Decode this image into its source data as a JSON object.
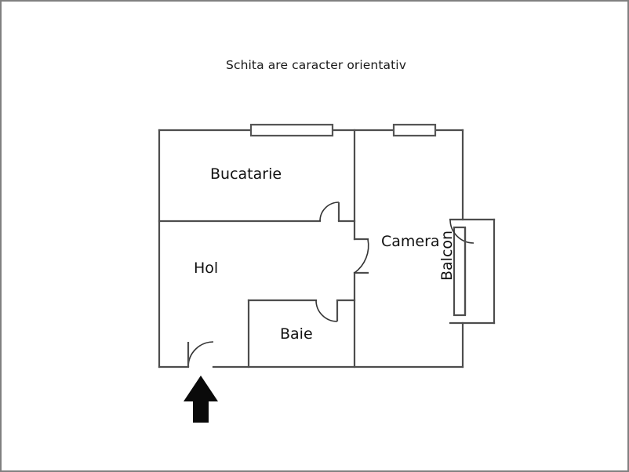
{
  "document": {
    "title": "Schita are caracter orientativ",
    "type": "floor-plan",
    "background_color": "#ffffff",
    "border_color": "#808080",
    "wall_color": "#4d4d4d",
    "text_color": "#111111",
    "arrow_color": "#000000"
  },
  "rooms": [
    {
      "id": "bucatarie",
      "label": "Bucatarie"
    },
    {
      "id": "hol",
      "label": "Hol"
    },
    {
      "id": "baie",
      "label": "Baie"
    },
    {
      "id": "camera",
      "label": "Camera"
    },
    {
      "id": "balcon",
      "label": "Balcon"
    }
  ],
  "features": {
    "windows": [
      {
        "id": "window-bucatarie",
        "wall": "top"
      },
      {
        "id": "window-camera",
        "wall": "top"
      }
    ],
    "doors": [
      {
        "id": "door-bucatarie",
        "type": "swing"
      },
      {
        "id": "door-camera",
        "type": "swing"
      },
      {
        "id": "door-baie",
        "type": "swing"
      },
      {
        "id": "door-balcon",
        "type": "swing"
      },
      {
        "id": "door-entrance",
        "type": "swing"
      }
    ],
    "entrance_arrow": {
      "id": "entrance-arrow",
      "direction": "up"
    }
  }
}
